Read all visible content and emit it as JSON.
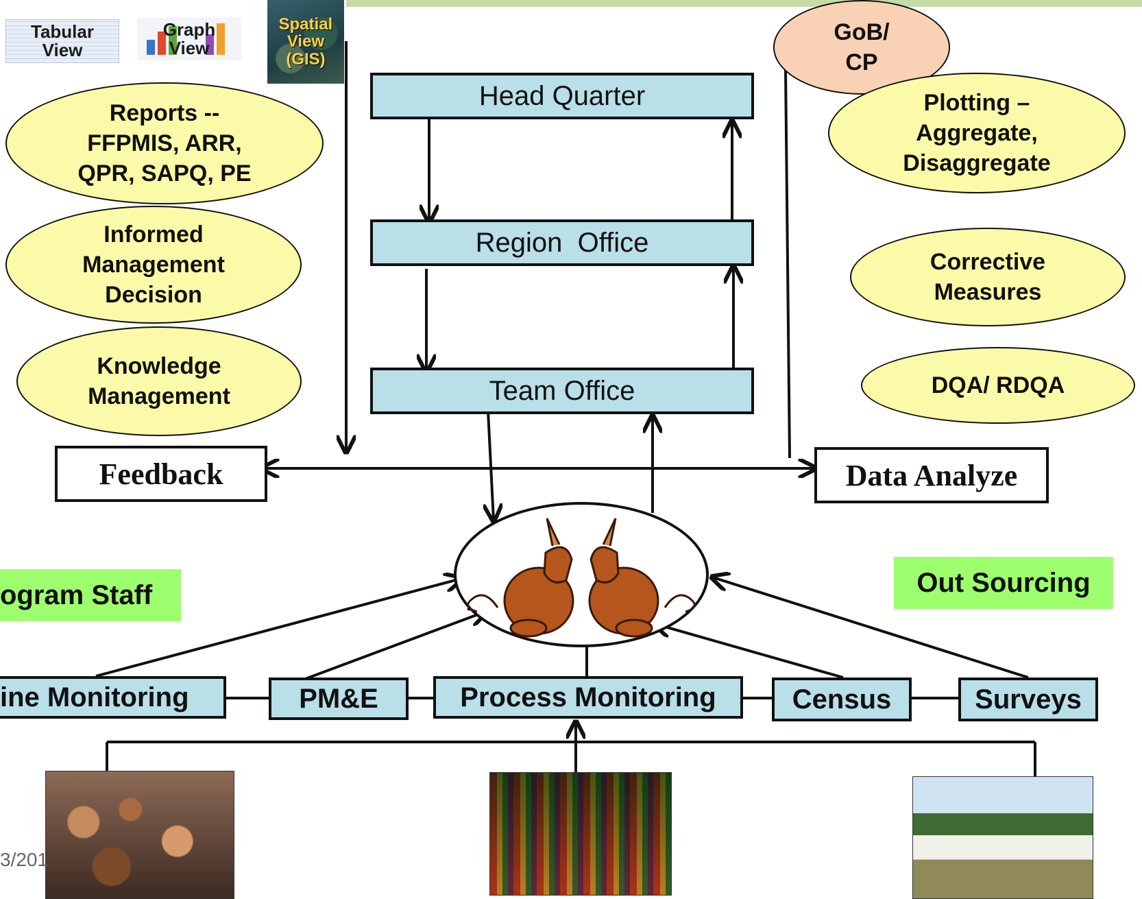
{
  "views": {
    "tabular": "Tabular View",
    "graph": "Graph View",
    "gis": "Spatial View (GIS)"
  },
  "offices": {
    "head_quarter": "Head Quarter",
    "region_office": "Region  Office",
    "team_office": "Team Office"
  },
  "left_ellipses": {
    "reports": "Reports -- FFPMIS, ARR, QPR, SAPQ, PE",
    "informed": "Informed Management Decision",
    "knowledge": "Knowledge Management"
  },
  "right_ellipses": {
    "gob": "GoB/ CP",
    "plotting": "Plotting – Aggregate, Disaggregate",
    "corrective": "Corrective Measures",
    "dqa": "DQA/ RDQA"
  },
  "boxes": {
    "feedback": "Feedback",
    "data_analyze": "Data Analyze"
  },
  "labels": {
    "program_staff": "ogram Staff",
    "out_sourcing": "Out Sourcing"
  },
  "monitoring": {
    "routine": "ine Monitoring",
    "pme": "PM&E",
    "process": "Process Monitoring",
    "census": "Census",
    "surveys": "Surveys"
  },
  "footer": {
    "date": "3/201"
  },
  "colors": {
    "ellipse_fill": "#fbfaa8",
    "office_fill": "#b9dfe9",
    "green_label": "#9eff6e",
    "gob_fill": "#f9d2b5",
    "top_bar": "#c5dca8"
  }
}
